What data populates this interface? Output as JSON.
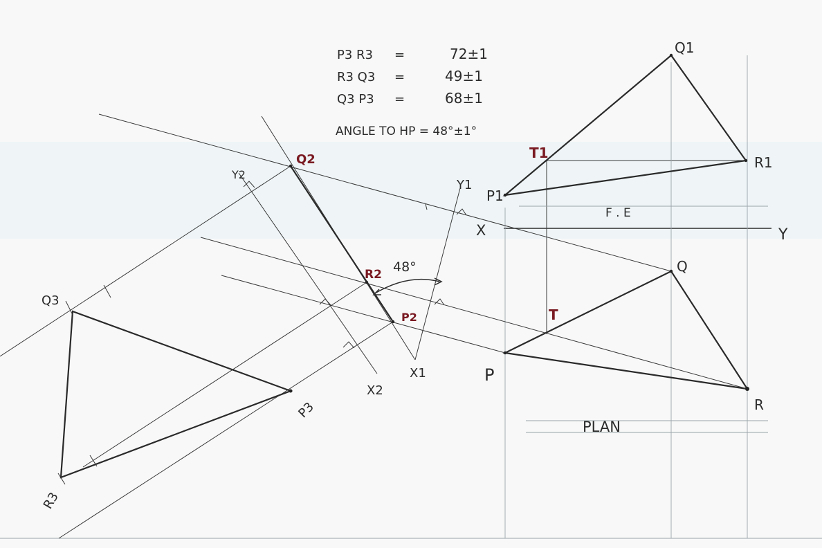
{
  "notes": {
    "line1_label": "P3 R3",
    "line1_eq": "=",
    "line1_val": "72±1",
    "line2_label": "R3 Q3",
    "line2_eq": "=",
    "line2_val": "49±1",
    "line3_label": "Q3 P3",
    "line3_eq": "=",
    "line3_val": "68±1",
    "angle": "ANGLE TO HP = 48°±1°"
  },
  "labels": {
    "q1": "Q1",
    "r1": "R1",
    "p1": "P1",
    "t1": "T1",
    "fe": "F . E",
    "x": "X",
    "y": "Y",
    "q": "Q",
    "r": "R",
    "p": "P",
    "t": "T",
    "plan": "PLAN",
    "q2": "Q2",
    "r2": "R2",
    "p2": "P2",
    "angle48": "48°",
    "y1": "Y1",
    "x1": "X1",
    "y2": "Y2",
    "x2": "X2",
    "q3": "Q3",
    "r3": "R3",
    "p3": "P3"
  },
  "colors": {
    "ink": "#2b2b2b",
    "accent": "#7a1a22",
    "paper": "#f7f8f7"
  }
}
